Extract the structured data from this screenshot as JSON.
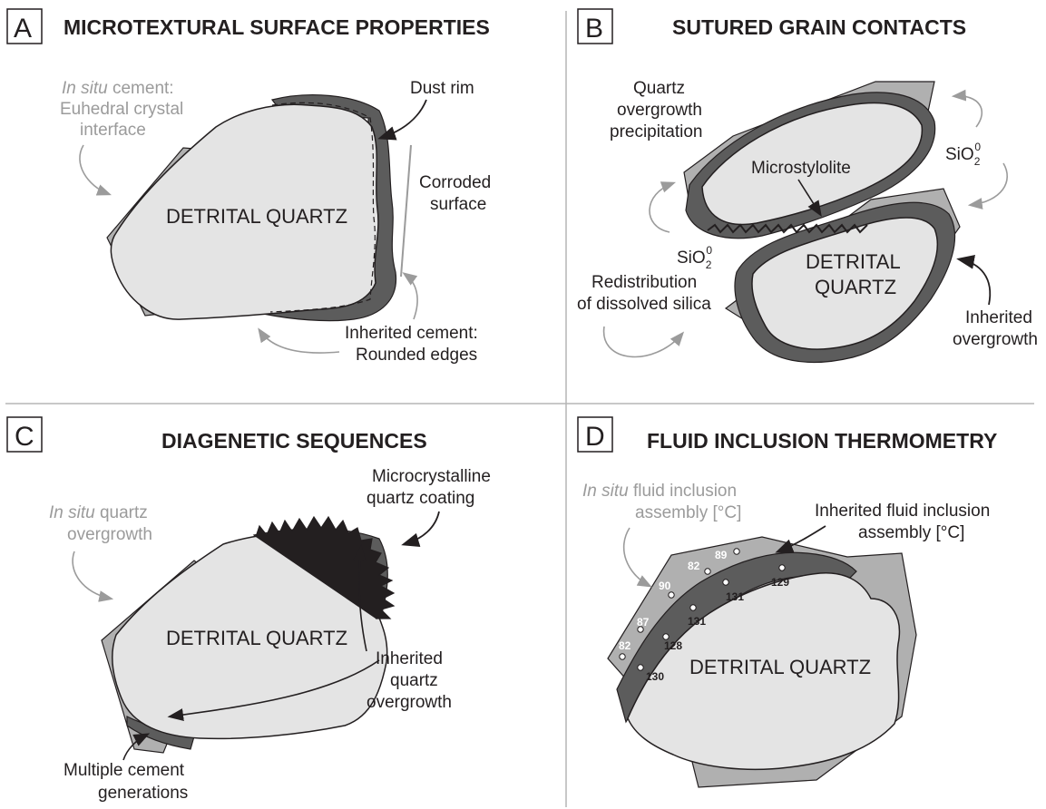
{
  "panels": {
    "a": {
      "letter": "A",
      "title": "MICROTEXTURAL SURFACE  PROPERTIES",
      "grain": "DETRITAL QUARTZ",
      "in_situ_1": "In situ",
      "in_situ_1_rest": " cement:",
      "in_situ_2": "Euhedral crystal",
      "in_situ_3": "interface",
      "dust_rim": "Dust rim",
      "corroded_1": "Corroded",
      "corroded_2": "surface",
      "inherited_1": "Inherited cement:",
      "inherited_2": "Rounded edges"
    },
    "b": {
      "letter": "B",
      "title": "SUTURED GRAIN CONTACTS",
      "qo_1": "Quartz",
      "qo_2": "overgrowth",
      "qo_3": "precipitation",
      "microstylolite": "Microstylolite",
      "sio2_main": "SiO",
      "sio2_sub": "2",
      "sio2_sup": "0",
      "grain_1": "DETRITAL",
      "grain_2": "QUARTZ",
      "redis_1": "Redistribution",
      "redis_2": "of dissolved silica",
      "inh_1": "Inherited",
      "inh_2": "overgrowth"
    },
    "c": {
      "letter": "C",
      "title": "DIAGENETIC SEQUENCES",
      "grain": "DETRITAL QUARTZ",
      "in_situ_1": "In situ",
      "in_situ_1_rest": " quartz",
      "in_situ_2": "overgrowth",
      "micro_1": "Microcrystalline",
      "micro_2": "quartz coating",
      "inh_1": "Inherited",
      "inh_2": "quartz",
      "inh_3": "overgrowth",
      "multi_1": "Multiple cement",
      "multi_2": "generations"
    },
    "d": {
      "letter": "D",
      "title": "FLUID INCLUSION THERMOMETRY",
      "grain": "DETRITAL QUARTZ",
      "in_situ_1": "In situ",
      "in_situ_1_rest": " fluid inclusion",
      "in_situ_2": "assembly [°C]",
      "inh_1": "Inherited fluid inclusion",
      "inh_2": "assembly [°C]",
      "in_situ_values": [
        "89",
        "82",
        "90",
        "87",
        "82"
      ],
      "inherited_values": [
        "129",
        "131",
        "131",
        "128",
        "130"
      ]
    }
  },
  "colors": {
    "grain_fill": "#e4e4e4",
    "inherited_rim": "#5c5c5c",
    "in_situ_cement": "#b0b0b0",
    "outline": "#231f20",
    "divider": "#b5b5b5",
    "arrow_gray": "#9b9b9b"
  }
}
